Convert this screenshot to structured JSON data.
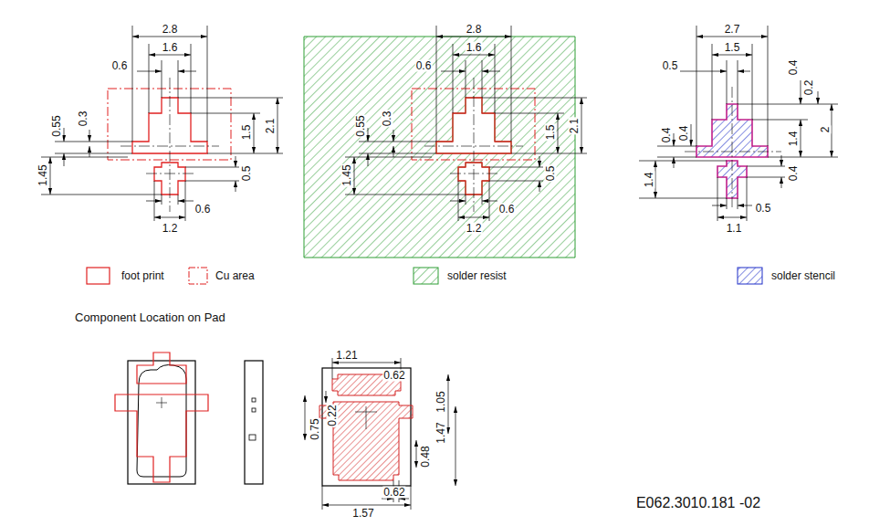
{
  "diagram": {
    "labels": [
      "2.8",
      "1.6",
      "0.6",
      "0.55",
      "0.3",
      "1.5",
      "2.1",
      "1.45",
      "0.5",
      "0.6",
      "1.2",
      "2.8",
      "1.6",
      "0.6",
      "0.55",
      "0.3",
      "1.5",
      "2.1",
      "1.45",
      "0.5",
      "0.6",
      "1.2",
      "2.7",
      "1.5",
      "0.5",
      "0.4",
      "0.2",
      "1.4",
      "2",
      "0.4",
      "0.4",
      "1.4",
      "0.4",
      "0.5",
      "1.1",
      "Component Location on Pad",
      "1.21",
      "0.62",
      "1.05",
      "0.75",
      "0.22",
      "1.47",
      "0.48",
      "0.62",
      "1.57",
      "E062.3010.181 -02"
    ],
    "legend": [
      {
        "text": "foot print"
      },
      {
        "text": "Cu area"
      },
      {
        "text": "solder resist"
      },
      {
        "text": "solder stencil"
      }
    ]
  }
}
